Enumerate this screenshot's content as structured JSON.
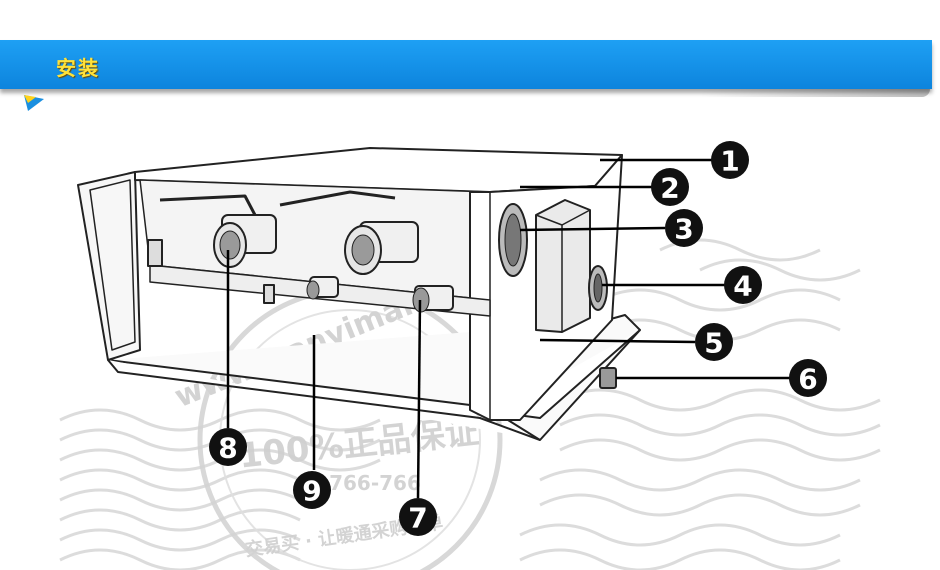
{
  "header": {
    "title": "安装",
    "bar_color": "#1094e6",
    "title_color": "#ffe23a",
    "accent_color": "#1a8fe0"
  },
  "watermark": {
    "url_text": "www.wanyimai.com",
    "guarantee_text": "100%正品保证",
    "phone_text": "766-766",
    "slogan_text": "交易买 · 让暖通采购简单"
  },
  "callouts": [
    {
      "number": "1"
    },
    {
      "number": "2"
    },
    {
      "number": "3"
    },
    {
      "number": "4"
    },
    {
      "number": "5"
    },
    {
      "number": "6"
    },
    {
      "number": "7"
    },
    {
      "number": "8"
    },
    {
      "number": "9"
    }
  ]
}
